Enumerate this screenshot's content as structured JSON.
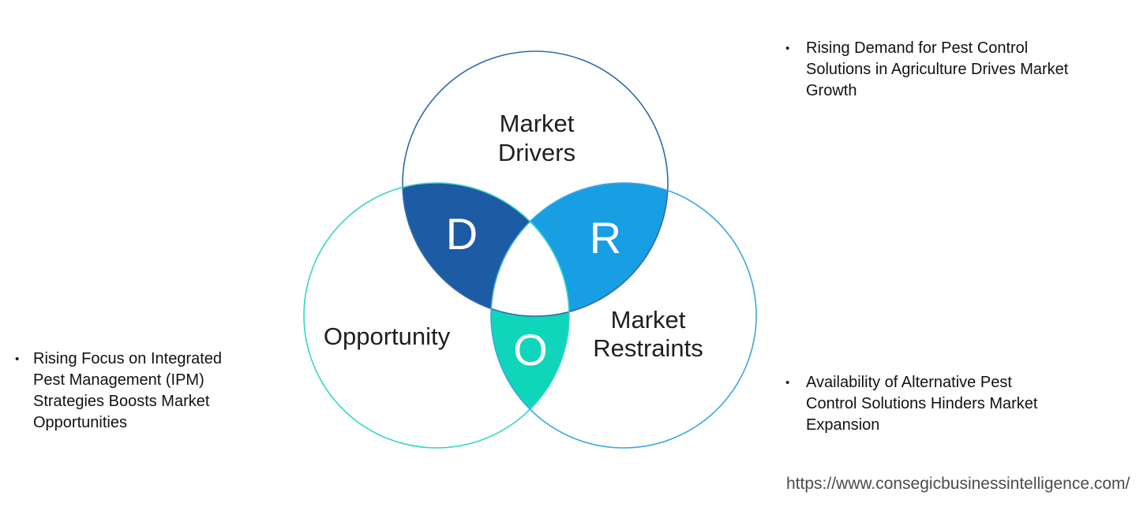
{
  "venn": {
    "circles": {
      "drivers": {
        "label_lines": [
          "Market",
          "Drivers"
        ],
        "stroke": "#2f6aad"
      },
      "opportunity": {
        "label": "Opportunity",
        "stroke": "#36d6c4"
      },
      "restraints": {
        "label_lines": [
          "Market",
          "Restraints"
        ],
        "stroke": "#3aa7e0"
      }
    },
    "regions": {
      "drivers_overlap": {
        "letter": "D",
        "fill": "#1d5ba5"
      },
      "restraints_overlap": {
        "letter": "R",
        "fill": "#189fe3"
      },
      "opportunity_overlap": {
        "letter": "O",
        "fill": "#0fd5ba"
      }
    },
    "label_color": "#1f1f1f",
    "letter_color": "#ffffff"
  },
  "annotations": {
    "driver_note": {
      "bullet": "•",
      "lines": [
        "Rising Demand for Pest Control",
        "Solutions in Agriculture Drives Market",
        "Growth"
      ]
    },
    "opportunity_note": {
      "bullet": "•",
      "lines": [
        "Rising Focus on Integrated",
        "Pest Management (IPM)",
        "Strategies Boosts Market",
        "Opportunities"
      ]
    },
    "restraint_note": {
      "bullet": "•",
      "lines": [
        "Availability of Alternative Pest",
        "Control Solutions Hinders Market",
        "Expansion"
      ]
    }
  },
  "footer": {
    "url": "https://www.consegicbusinessintelligence.com/"
  }
}
